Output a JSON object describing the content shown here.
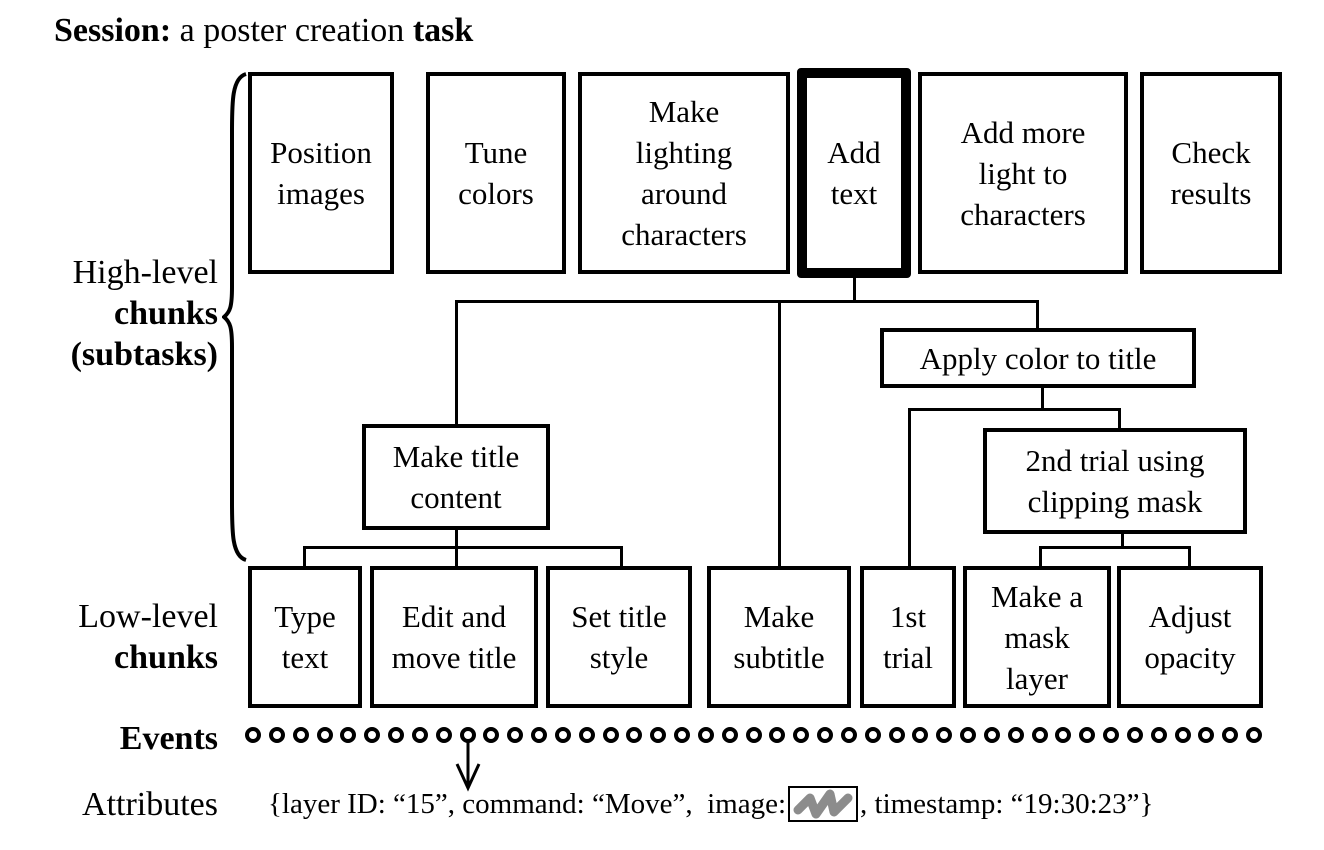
{
  "session": {
    "label_bold": "Session:",
    "label_text": " a poster creation ",
    "label_task": "task"
  },
  "side_labels": {
    "high_level_line1": "High-level",
    "high_level_line2": "chunks",
    "high_level_line3": "(subtasks)",
    "low_level_line1": "Low-level",
    "low_level_line2": "chunks",
    "events": "Events",
    "attributes": "Attributes"
  },
  "high_level_chunks": [
    {
      "label": "Position images",
      "highlighted": false
    },
    {
      "label": "Tune colors",
      "highlighted": false
    },
    {
      "label": "Make lighting around characters",
      "highlighted": false
    },
    {
      "label": "Add text",
      "highlighted": true
    },
    {
      "label": "Add more light to characters",
      "highlighted": false
    },
    {
      "label": "Check results",
      "highlighted": false
    }
  ],
  "mid_level_chunks": {
    "make_title_content": "Make title content",
    "apply_color_to_title": "Apply color to title",
    "second_trial": "2nd trial using clipping mask"
  },
  "low_level_chunks": [
    {
      "label": "Type text",
      "parent": "Make title content"
    },
    {
      "label": "Edit and move title",
      "parent": "Make title content"
    },
    {
      "label": "Set title style",
      "parent": "Make title content"
    },
    {
      "label": "Make subtitle",
      "parent": "Add text"
    },
    {
      "label": "1st trial",
      "parent": "Apply color to title"
    },
    {
      "label": "Make a mask layer",
      "parent": "2nd trial using clipping mask"
    },
    {
      "label": "Adjust opacity",
      "parent": "2nd trial using clipping mask"
    }
  ],
  "events": {
    "count": 43,
    "selected_index": 9
  },
  "attributes": {
    "open": "{layer ID: “15”, command: “Move”,  image:",
    "image_icon": "brush-stroke-thumbnail",
    "close": ", timestamp: “19:30:23”}",
    "stroke_color": "#8c8c8c"
  }
}
